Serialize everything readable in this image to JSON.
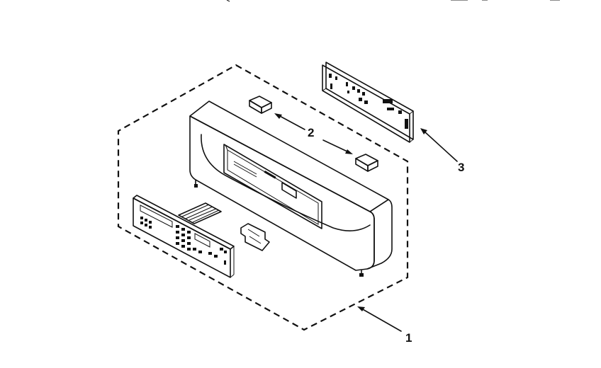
{
  "diagram": {
    "callouts": {
      "assembly": "1",
      "clips": "2",
      "control_board": "3"
    },
    "colors": {
      "line": "#111111",
      "background": "#ffffff"
    }
  }
}
